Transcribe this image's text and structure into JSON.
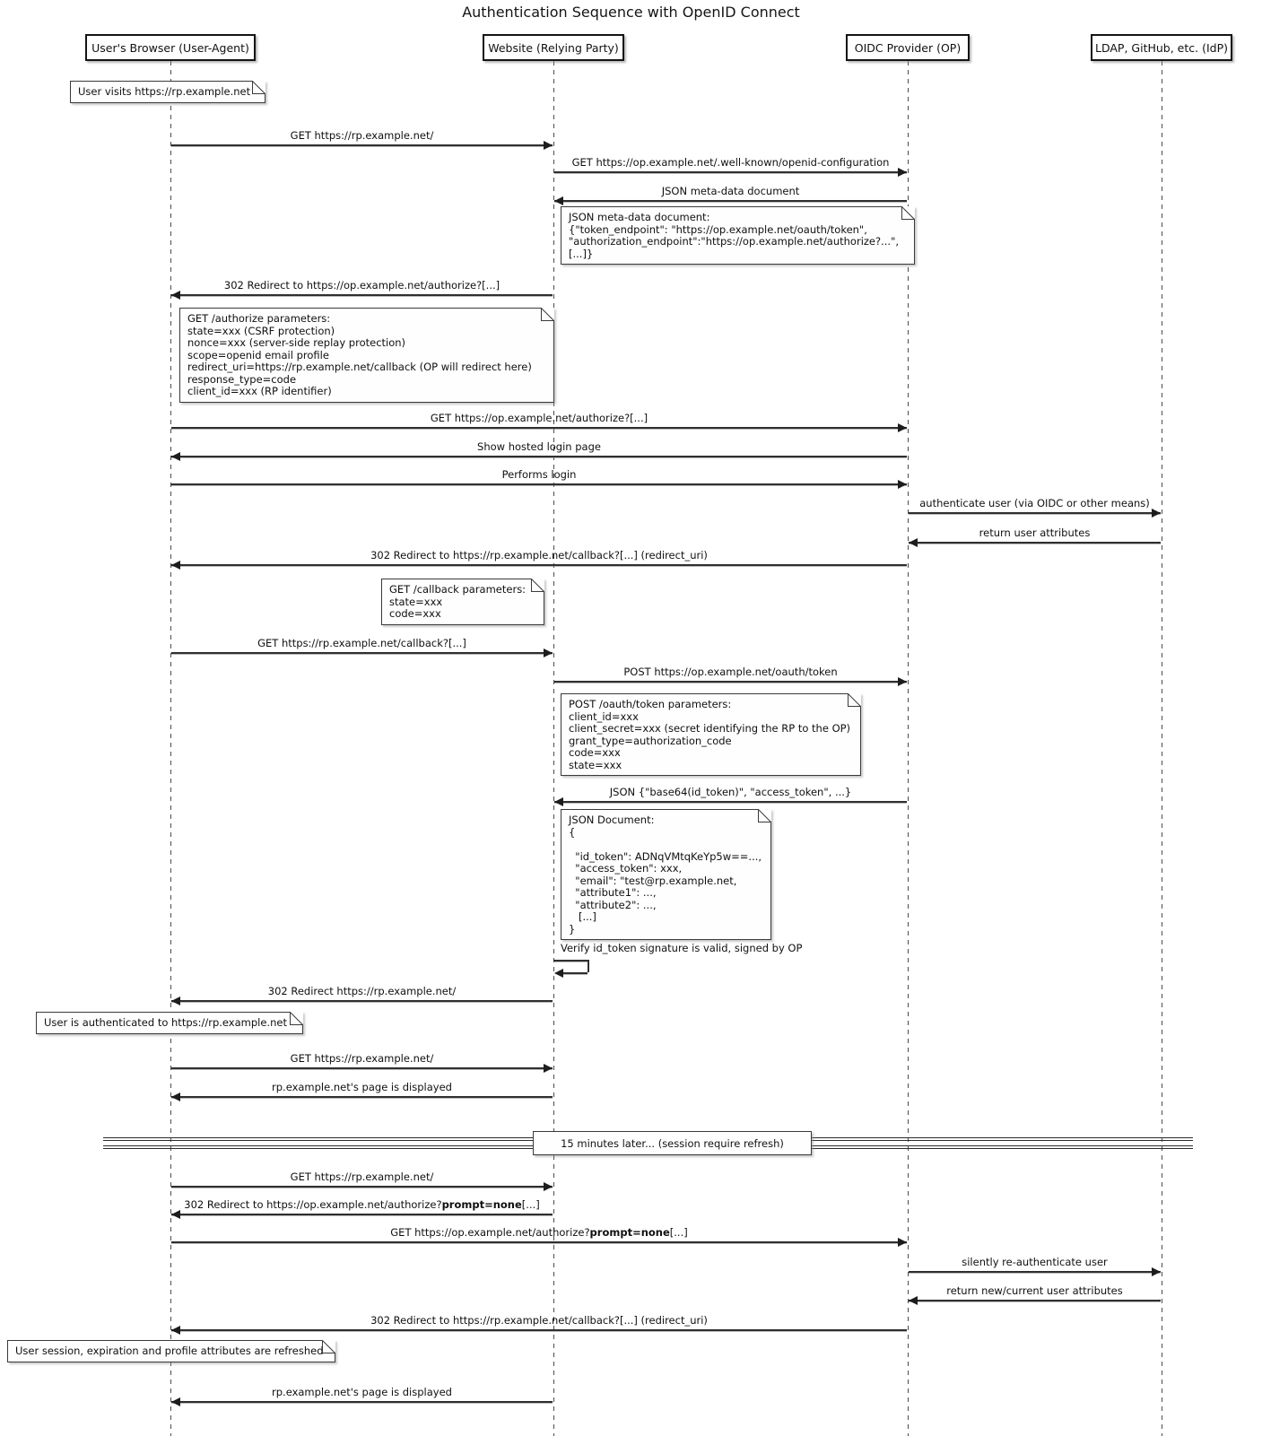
{
  "title": "Authentication Sequence with OpenID Connect",
  "participants": [
    {
      "id": "browser",
      "label": "User's Browser (User-Agent)"
    },
    {
      "id": "website",
      "label": "Website (Relying Party)"
    },
    {
      "id": "op",
      "label": "OIDC Provider (OP)"
    },
    {
      "id": "idp",
      "label": "LDAP, GitHub, etc. (IdP)"
    }
  ],
  "messages": [
    {
      "from": "browser",
      "to": "website",
      "label": "GET https://rp.example.net/"
    },
    {
      "from": "website",
      "to": "op",
      "label": "GET https://op.example.net/.well-known/openid-configuration"
    },
    {
      "from": "op",
      "to": "website",
      "label": "JSON meta-data document"
    },
    {
      "from": "website",
      "to": "browser",
      "label": "302 Redirect to https://op.example.net/authorize?[...]"
    },
    {
      "from": "browser",
      "to": "op",
      "label": "GET https://op.example.net/authorize?[...]"
    },
    {
      "from": "op",
      "to": "browser",
      "label": "Show hosted login page"
    },
    {
      "from": "browser",
      "to": "op",
      "label": "Performs login"
    },
    {
      "from": "op",
      "to": "idp",
      "label": "authenticate user (via OIDC or other means)"
    },
    {
      "from": "idp",
      "to": "op",
      "label": "return user attributes"
    },
    {
      "from": "op",
      "to": "browser",
      "label": "302 Redirect to https://rp.example.net/callback?[...] (redirect_uri)"
    },
    {
      "from": "browser",
      "to": "website",
      "label": "GET https://rp.example.net/callback?[...]"
    },
    {
      "from": "website",
      "to": "op",
      "label": "POST https://op.example.net/oauth/token"
    },
    {
      "from": "op",
      "to": "website",
      "label": "JSON {\"base64(id_token)\", \"access_token\", ...}"
    },
    {
      "from": "website",
      "to": "website",
      "self": true,
      "label": "Verify id_token signature is valid, signed by OP"
    },
    {
      "from": "website",
      "to": "browser",
      "label": "302 Redirect https://rp.example.net/"
    },
    {
      "from": "browser",
      "to": "website",
      "label": "GET https://rp.example.net/"
    },
    {
      "from": "website",
      "to": "browser",
      "label": "rp.example.net's page is displayed"
    },
    {
      "from": "browser",
      "to": "website",
      "label": "GET https://rp.example.net/"
    },
    {
      "from": "website",
      "to": "browser",
      "parts": [
        {
          "text": "302 Redirect to https://op.example.net/authorize?",
          "bold": false
        },
        {
          "text": "prompt=none",
          "bold": true
        },
        {
          "text": "[...]",
          "bold": false
        }
      ]
    },
    {
      "from": "browser",
      "to": "op",
      "parts": [
        {
          "text": "GET https://op.example.net/authorize?",
          "bold": false
        },
        {
          "text": "prompt=none",
          "bold": true
        },
        {
          "text": "[...]",
          "bold": false
        }
      ]
    },
    {
      "from": "op",
      "to": "idp",
      "label": "silently re-authenticate user"
    },
    {
      "from": "idp",
      "to": "op",
      "label": "return new/current user attributes"
    },
    {
      "from": "op",
      "to": "browser",
      "label": "302 Redirect to https://rp.example.net/callback?[...] (redirect_uri)"
    },
    {
      "from": "website",
      "to": "browser",
      "label": "rp.example.net's page is displayed"
    }
  ],
  "notes": [
    {
      "attached_to": "browser",
      "position": "over",
      "lines": [
        "User visits https://rp.example.net"
      ]
    },
    {
      "attached_to": "website",
      "position": "right",
      "lines": [
        "JSON meta-data document:",
        "{\"token_endpoint\": \"https://op.example.net/oauth/token\",",
        "\"authorization_endpoint\":\"https://op.example.net/authorize?...\",",
        "[...]}"
      ]
    },
    {
      "attached_to": "browser",
      "position": "right",
      "lines": [
        "GET /authorize parameters:",
        "state=xxx (CSRF protection)",
        "nonce=xxx (server-side replay protection)",
        "scope=openid email profile",
        "redirect_uri=https://rp.example.net/callback (OP will redirect here)",
        "response_type=code",
        "client_id=xxx (RP identifier)"
      ]
    },
    {
      "attached_to": "website",
      "position": "left",
      "lines": [
        "GET /callback parameters:",
        "state=xxx",
        "code=xxx"
      ]
    },
    {
      "attached_to": "website",
      "position": "right",
      "lines": [
        "POST /oauth/token parameters:",
        "client_id=xxx",
        "client_secret=xxx (secret identifying the RP to the OP)",
        "grant_type=authorization_code",
        "code=xxx",
        "state=xxx"
      ]
    },
    {
      "attached_to": "website",
      "position": "right",
      "lines": [
        "JSON Document:",
        "{",
        "",
        "  \"id_token\": ADNqVMtqKeYp5w==...,",
        "  \"access_token\": xxx,",
        "  \"email\": \"test@rp.example.net,",
        "  \"attribute1\": ...,",
        "  \"attribute2\": ...,",
        "   [...]",
        "}"
      ]
    },
    {
      "attached_to": "browser",
      "position": "left",
      "lines": [
        "User is authenticated to https://rp.example.net"
      ]
    },
    {
      "attached_to": "browser",
      "position": "left",
      "lines": [
        "User session, expiration and profile attributes are refreshed"
      ]
    }
  ],
  "divider": {
    "label": "15 minutes later... (session require refresh)"
  },
  "colors": {
    "background": "#ffffff",
    "line": "#2f2f2f",
    "border": "#141414",
    "note_bg": "#fefefe",
    "text": "#111111"
  }
}
